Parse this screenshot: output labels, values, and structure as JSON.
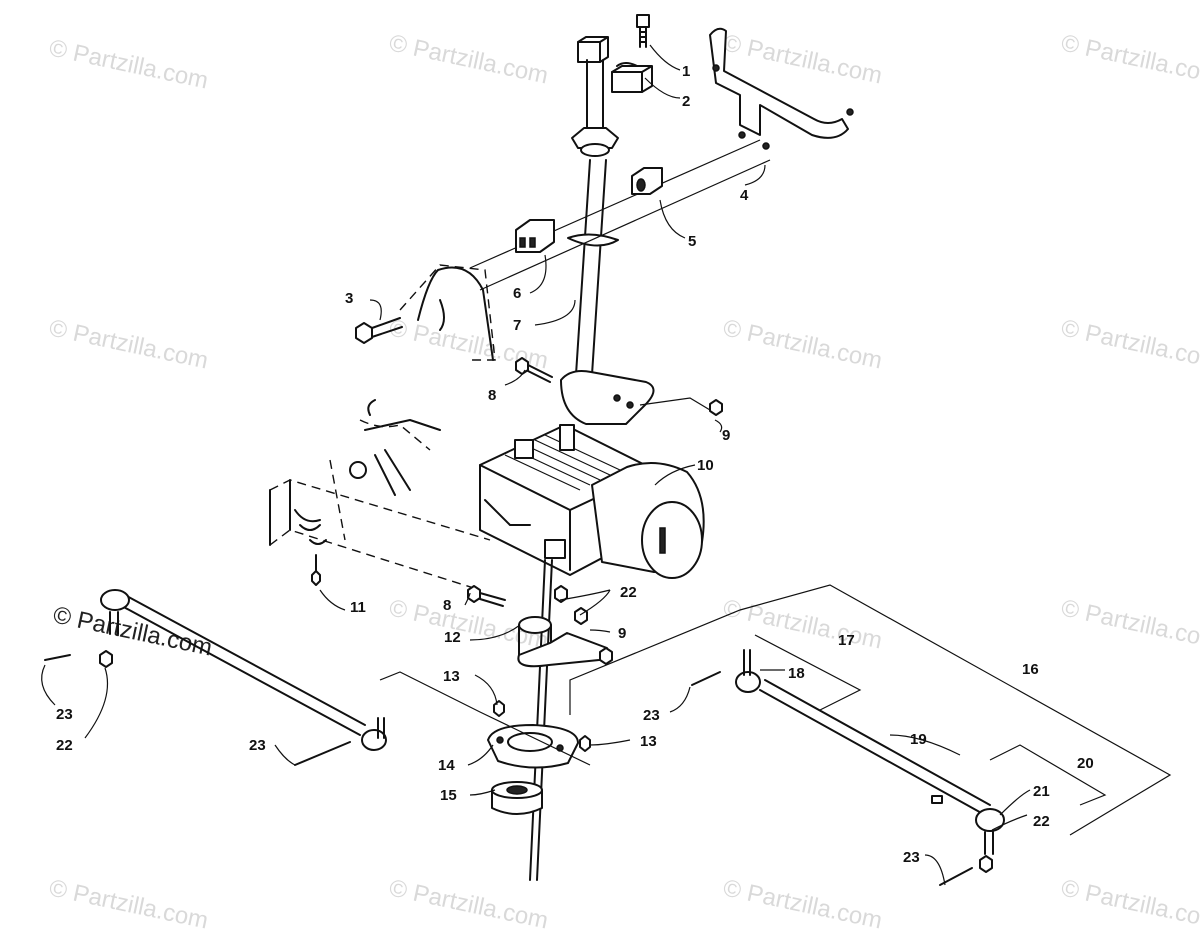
{
  "watermark": {
    "text": "© Partzilla.com",
    "color": "#d9d9d9"
  },
  "callouts": {
    "c1": "1",
    "c2": "2",
    "c3": "3",
    "c4": "4",
    "c5": "5",
    "c6": "6",
    "c7": "7",
    "c8a": "8",
    "c8b": "8",
    "c9a": "9",
    "c9b": "9",
    "c10": "10",
    "c11": "11",
    "c12": "12",
    "c13a": "13",
    "c13b": "13",
    "c14": "14",
    "c15": "15",
    "c16": "16",
    "c17": "17",
    "c18": "18",
    "c19": "19",
    "c20": "20",
    "c21": "21",
    "c22a": "22",
    "c22b": "22",
    "c22c": "22",
    "c23a": "23",
    "c23b": "23",
    "c23c": "23",
    "c23d": "23"
  }
}
